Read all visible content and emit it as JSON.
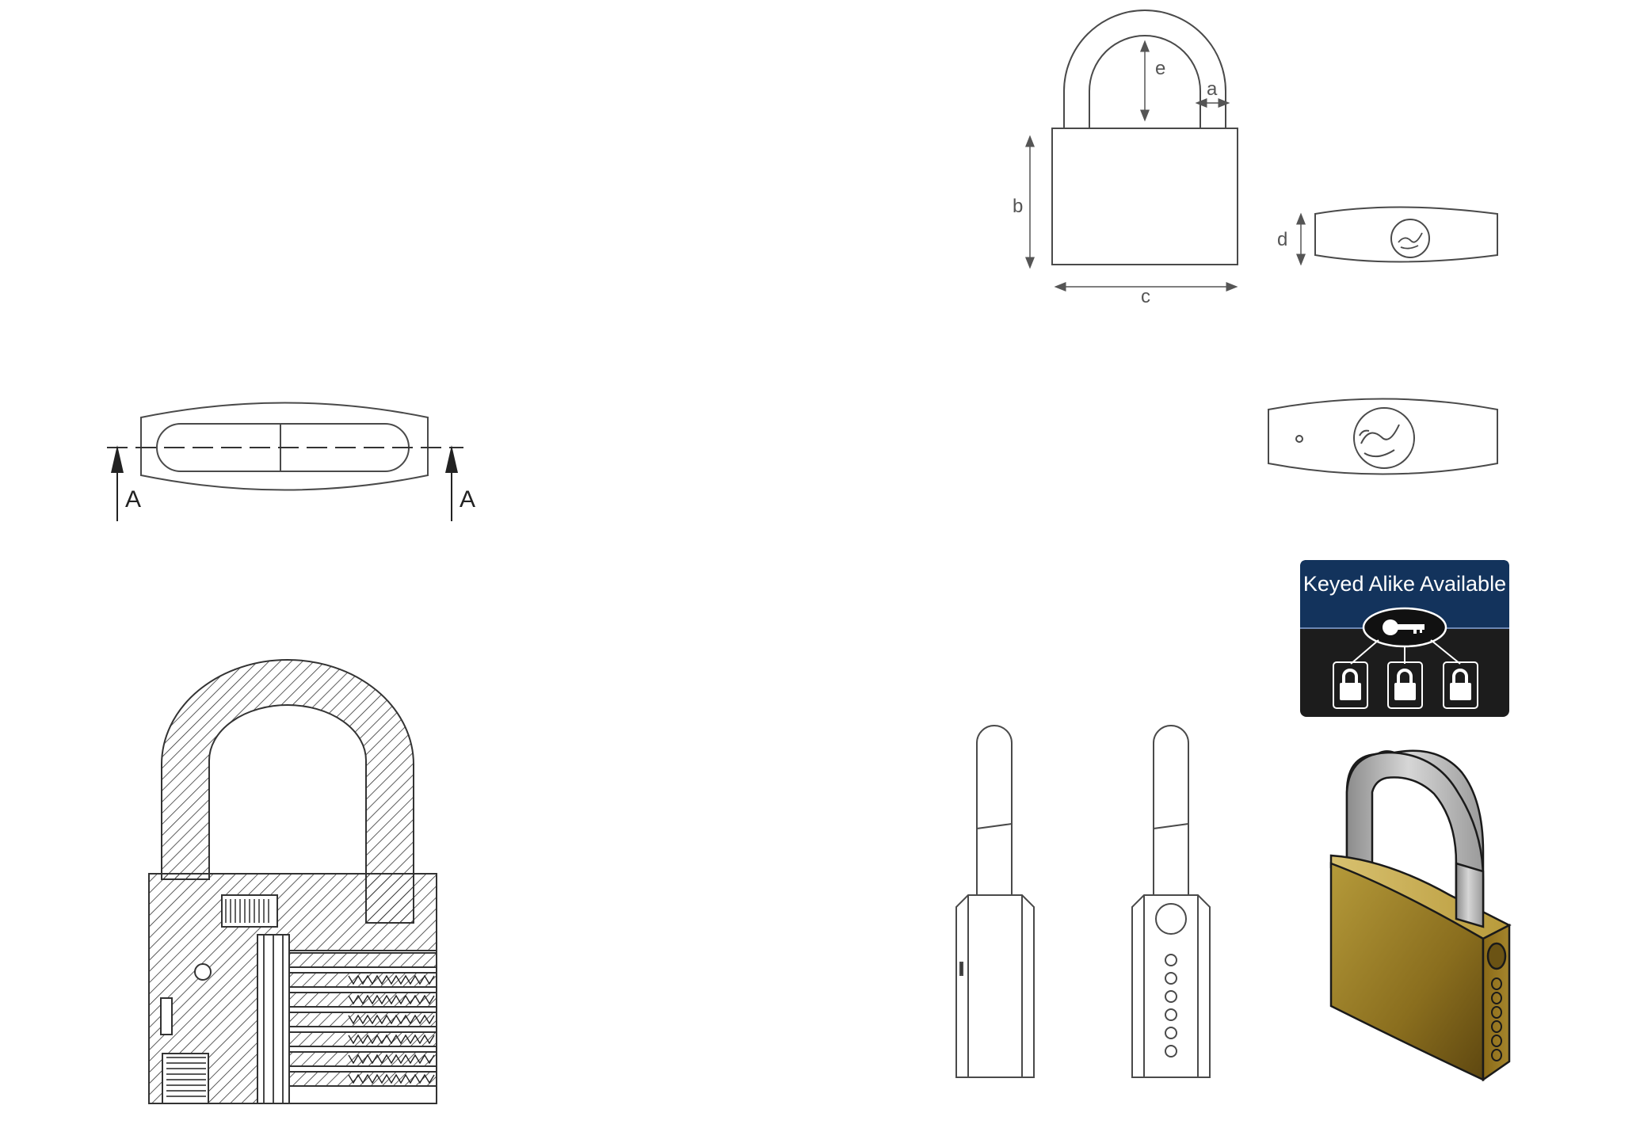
{
  "dimension_labels": {
    "a": "a",
    "b": "b",
    "c": "c",
    "d": "d",
    "e": "e"
  },
  "section_labels": {
    "left": "A",
    "right": "A"
  },
  "badge": {
    "title": "Keyed Alike Available",
    "icon": "key-to-three-padlocks-icon"
  },
  "colors": {
    "line": "#4a4a4a",
    "badge_top": "#13335c",
    "badge_bottom": "#1c1c1c",
    "brass": "#a8892a",
    "brass_dark": "#6b5314",
    "shackle": "#b8b8b8"
  },
  "views": [
    "front-view-dimensions",
    "top-view-dimensions",
    "section-plane-view",
    "bottom-view",
    "keyed-alike-badge",
    "cross-section-view",
    "side-view-left",
    "side-view-right",
    "isometric-render"
  ]
}
